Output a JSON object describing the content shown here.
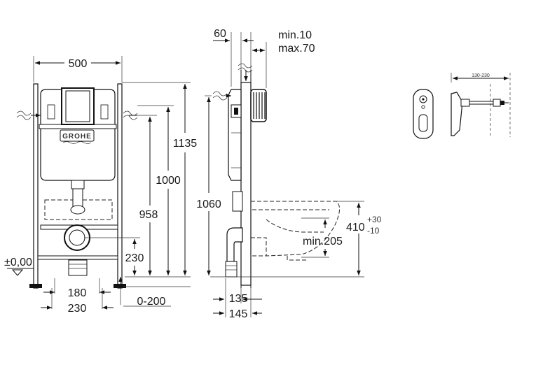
{
  "dimensions": {
    "frame_width": "500",
    "height_1135": "1135",
    "height_1000": "1000",
    "height_958": "958",
    "height_230": "230",
    "floor_level": "±0,00",
    "feet_180": "180",
    "feet_230": "230",
    "adjust_0_200": "0-200",
    "side_60": "60",
    "side_min": "min.10",
    "side_max": "max.70",
    "side_1060": "1060",
    "depth_135": "135",
    "depth_145": "145",
    "bowl_410": "410",
    "tol_plus": "+30",
    "tol_minus": "-10",
    "min_205": "min.205",
    "button_depth": "130-230"
  },
  "logo": {
    "brand": "GROHE"
  },
  "colors": {
    "line": "#111111",
    "background": "#ffffff"
  }
}
